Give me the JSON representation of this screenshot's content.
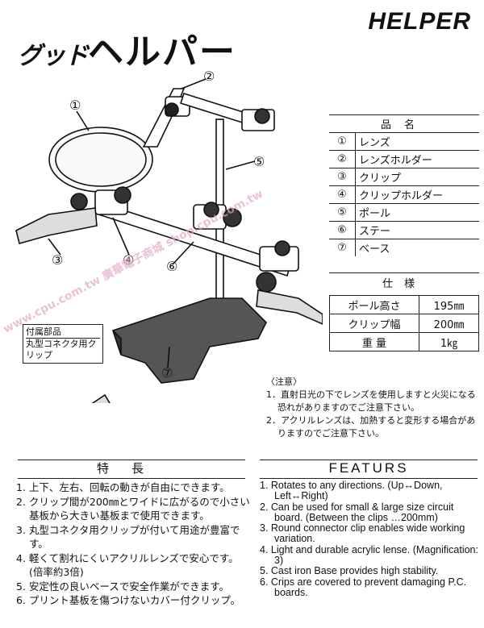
{
  "header": {
    "brand_small": "グッド",
    "brand_large": "ヘルパー",
    "title_en": "HELPER"
  },
  "callouts": [
    "①",
    "②",
    "③",
    "④",
    "⑤",
    "⑥",
    "⑦"
  ],
  "parts": {
    "header": "品名",
    "items": [
      {
        "num": "①",
        "name": "レンズ"
      },
      {
        "num": "②",
        "name": "レンズホルダー"
      },
      {
        "num": "③",
        "name": "クリップ"
      },
      {
        "num": "④",
        "name": "クリップホルダー"
      },
      {
        "num": "⑤",
        "name": "ポール"
      },
      {
        "num": "⑥",
        "name": "ステー"
      },
      {
        "num": "⑦",
        "name": "ベース"
      }
    ]
  },
  "spec": {
    "title": "仕様",
    "rows": [
      {
        "key": "ポール高さ",
        "value": "195㎜"
      },
      {
        "key": "クリップ幅",
        "value": "200㎜"
      },
      {
        "key": "重 量",
        "value": "1㎏"
      }
    ]
  },
  "accessory": {
    "title": "付属部品",
    "text": "丸型コネクタ用クリップ"
  },
  "notes": {
    "title": "〈注意〉",
    "items": [
      "1．直射日光の下でレンズを使用しますと火災になる恐れがありますのでご注意下さい。",
      "2．アクリルレンズは、加熱すると変形する場合がありますのでご注意下さい。"
    ]
  },
  "features_jp": {
    "title": "特長",
    "items": [
      "1. 上下、左右、回転の動きが自由にできます。",
      "2. クリップ間が200㎜とワイドに広がるので小さい基板から大きい基板まで使用できます。",
      "3. 丸型コネクタ用クリップが付いて用途が豊富です。",
      "4. 軽くて割れにくいアクリルレンズで安心です。(倍率約3倍)",
      "5. 安定性の良いベースで安全作業ができます。",
      "6. プリント基板を傷つけないカバー付クリップ。"
    ]
  },
  "features_en": {
    "title": "FEATURS",
    "items": [
      "1. Rotates to any directions. (Up↔Down, Left↔Right)",
      "2. Can be used for small & large size circuit board. (Between the clips …200mm)",
      "3. Round connector clip enables wide working variation.",
      "4. Light and durable acrylic lense. (Magnification: 3)",
      "5. Cast iron Base provides high stability.",
      "6. Crips are covered to prevent damaging P.C. boards."
    ]
  },
  "watermark": {
    "text": "www.cpu.com.tw 廣華電子商城 shop.cpu.com.tw"
  }
}
